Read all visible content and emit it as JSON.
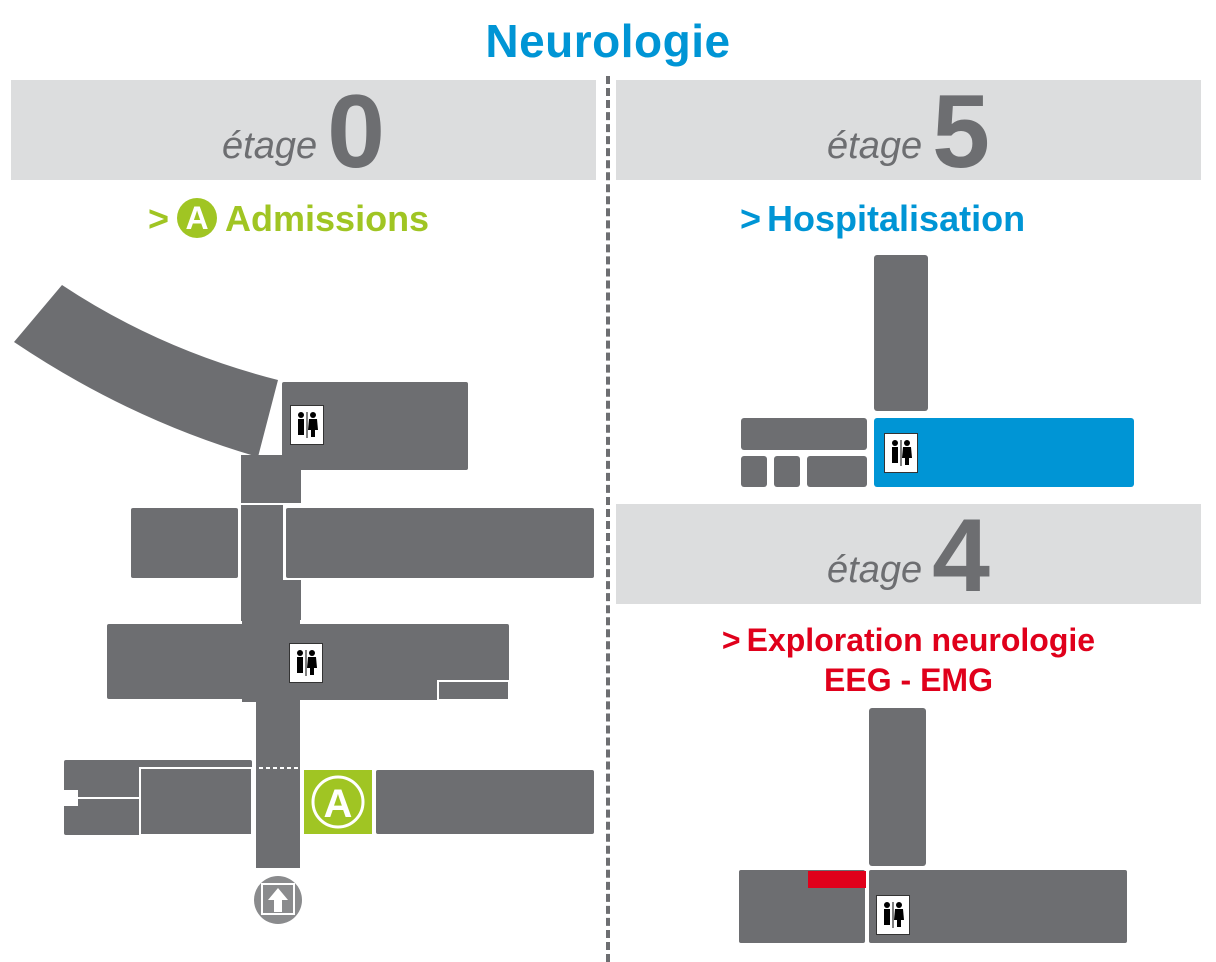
{
  "title": "Neurologie",
  "floors": {
    "f0": {
      "etage": "étage",
      "number": "0",
      "chevron": ">",
      "badge": "A",
      "service": "Admissions"
    },
    "f5": {
      "etage": "étage",
      "number": "5",
      "chevron": ">",
      "service": "Hospitalisation"
    },
    "f4": {
      "etage": "étage",
      "number": "4",
      "chevron": ">",
      "service_line1": "Exploration neurologie",
      "service_line2": "EEG - EMG"
    }
  },
  "map_marker": {
    "label": "A"
  },
  "colors": {
    "title": "#0095d5",
    "admissions": "#a0c523",
    "hospitalisation_highlight": "#0095d5",
    "exploration_highlight": "#e0001b",
    "building": "#6d6e71",
    "band": "#dcddde"
  },
  "icons": [
    "toilets-icon",
    "entrance-arrow-icon",
    "admissions-marker-icon"
  ]
}
